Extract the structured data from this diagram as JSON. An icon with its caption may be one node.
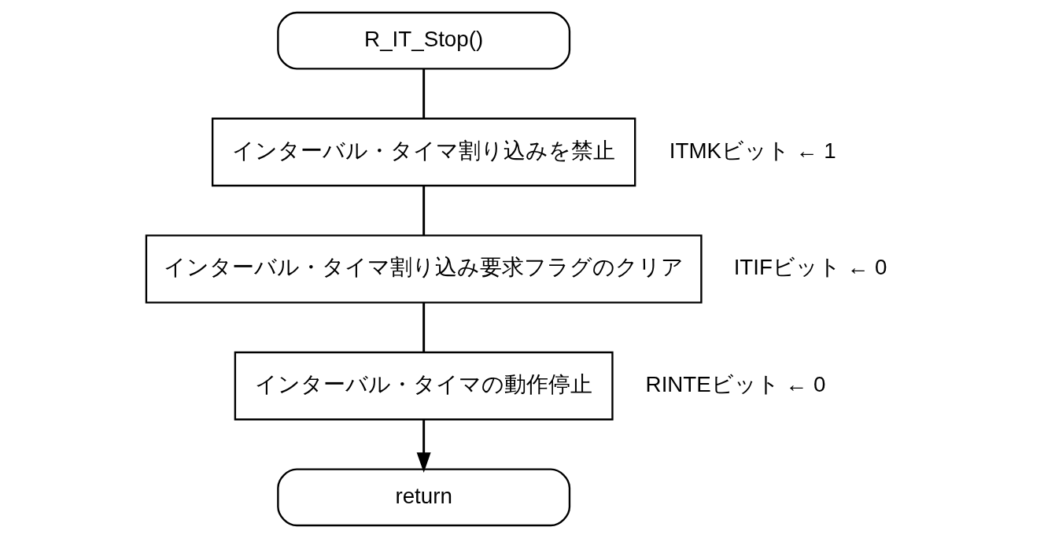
{
  "diagram": {
    "nodes": [
      {
        "text": [
          "R_IT_Stop()"
        ]
      },
      {
        "text": [
          "インターバル・タイマ割り込みを禁止"
        ],
        "beside": [
          "ITMKビット ← 1"
        ]
      },
      {
        "text": [
          "インターバル・タイマ割り込み要求フラグのクリア"
        ],
        "beside": [
          "ITIFビット ← 0"
        ]
      },
      {
        "text": [
          "インターバル・タイマの動作停止"
        ],
        "beside": [
          "RINTEビット ← 0"
        ]
      },
      {
        "text": [
          "return"
        ]
      }
    ],
    "edges": [
      {
        "from": 0,
        "to": 1,
        "arrow": "none"
      },
      {
        "from": 1,
        "to": 2,
        "arrow": "none"
      },
      {
        "from": 2,
        "to": 3,
        "arrow": "none"
      },
      {
        "from": 3,
        "to": 4,
        "arrow": "to"
      }
    ]
  }
}
